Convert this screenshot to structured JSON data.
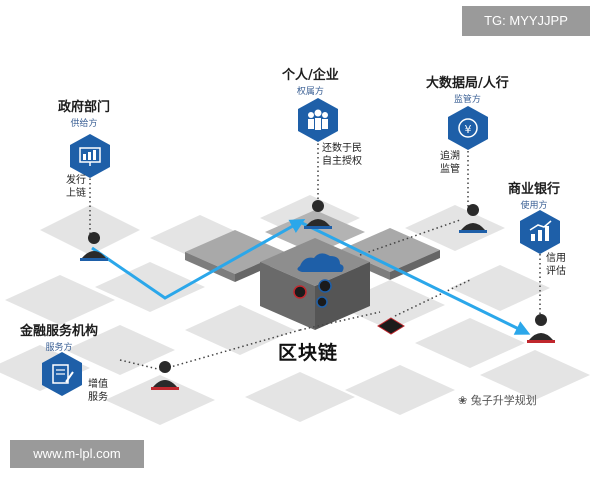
{
  "watermarks": {
    "tg": "TG: MYYJJPP",
    "url": "www.m-lpl.com",
    "credit": "兔子升学规划",
    "credit_icon": "paw-icon"
  },
  "center": {
    "title": "区块链"
  },
  "colors": {
    "accent": "#1f8fe0",
    "node_blue": "#1e5fa8",
    "arrow": "#2ba7ea",
    "dotted": "#444444",
    "tile": "#e2e2e2",
    "block_top": "#9a9a9a",
    "block_side": "#6f6f6f"
  },
  "nodes": [
    {
      "key": "gov",
      "name": "政府部门",
      "role": "供给方",
      "icon": "chart-screen-icon",
      "action": "发行\n上链"
    },
    {
      "key": "person",
      "name": "个人/企业",
      "role": "权属方",
      "icon": "people-group-icon",
      "action": "还数于民\n自主授权"
    },
    {
      "key": "bigdata",
      "name": "大数据局/人行",
      "role": "监管方",
      "icon": "money-cycle-icon",
      "action": "追溯\n监管"
    },
    {
      "key": "bank",
      "name": "商业银行",
      "role": "使用方",
      "icon": "growth-chart-icon",
      "action": "信用\n评估"
    },
    {
      "key": "finance",
      "name": "金融服务机构",
      "role": "服务方",
      "icon": "document-pen-icon",
      "action": "增值\n服务"
    }
  ]
}
